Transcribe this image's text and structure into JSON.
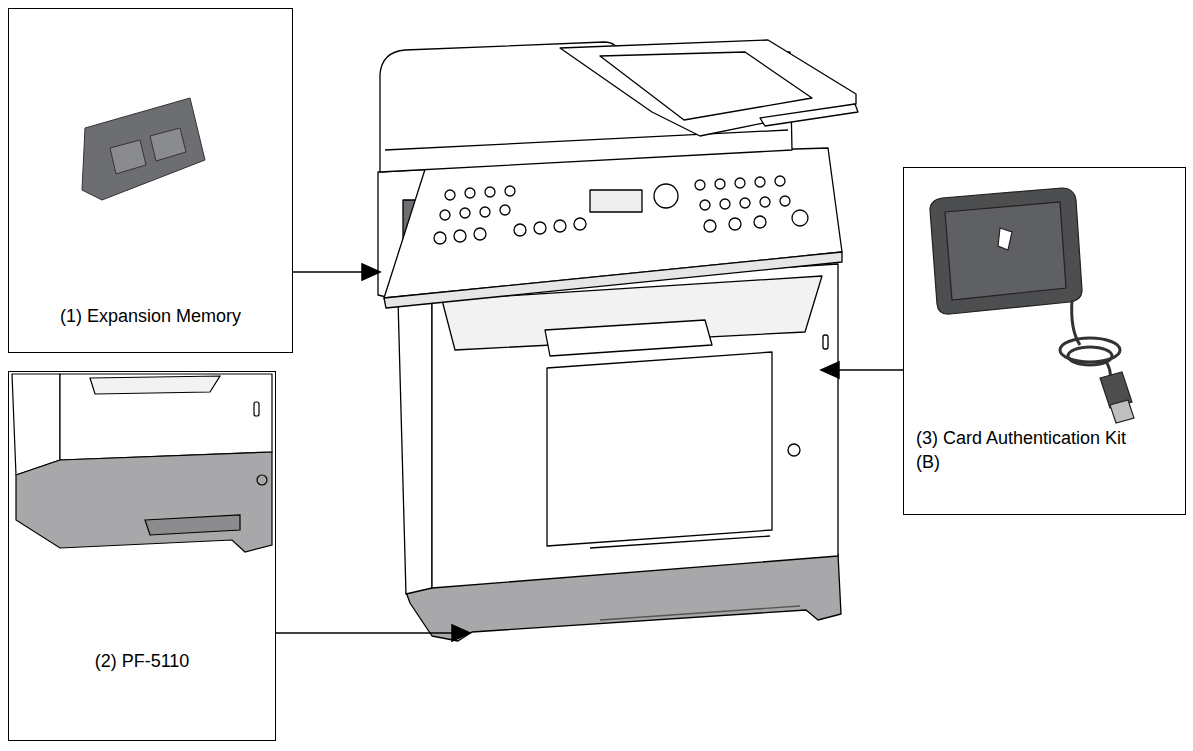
{
  "diagram": {
    "nodes": [
      {
        "text": [
          "(1) Expansion Memory"
        ]
      },
      {
        "text": [
          "(2) PF-5110"
        ]
      },
      {
        "text": [
          "(3) Card Authentication Kit (B)"
        ]
      }
    ]
  }
}
